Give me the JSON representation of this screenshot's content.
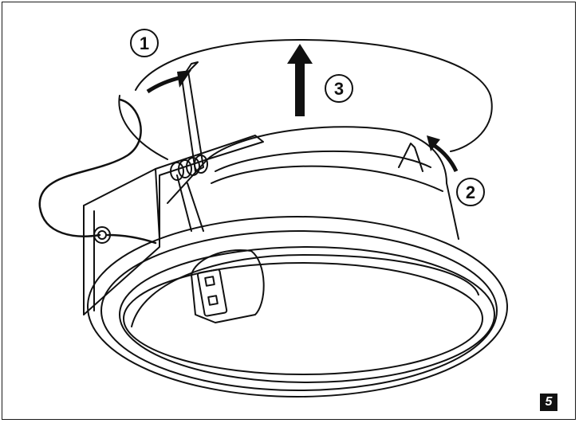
{
  "figure": {
    "number": "5",
    "steps": [
      {
        "label": "1",
        "action": "rotate"
      },
      {
        "label": "2",
        "action": "rotate"
      },
      {
        "label": "3",
        "action": "push-up"
      }
    ]
  },
  "colors": {
    "line": "#111111",
    "background": "#ffffff"
  }
}
